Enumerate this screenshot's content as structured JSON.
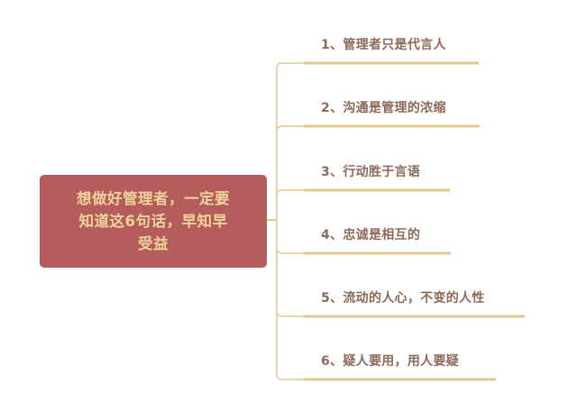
{
  "colors": {
    "root_fill": "#b55d5d",
    "root_text": "#eed39a",
    "line": "#e2c88f",
    "branch_text": "#8c6a58"
  },
  "root": {
    "line1": "想做好管理者，一定要",
    "line2": "知道这6句话，早知早",
    "line3": "受益"
  },
  "branches": [
    {
      "label": "1、管理者只是代言人"
    },
    {
      "label": "2、沟通是管理的浓缩"
    },
    {
      "label": "3、行动胜于言语"
    },
    {
      "label": "4、忠诚是相互的"
    },
    {
      "label": "5、流动的人心，不变的人性"
    },
    {
      "label": "6、疑人要用，用人要疑"
    }
  ]
}
